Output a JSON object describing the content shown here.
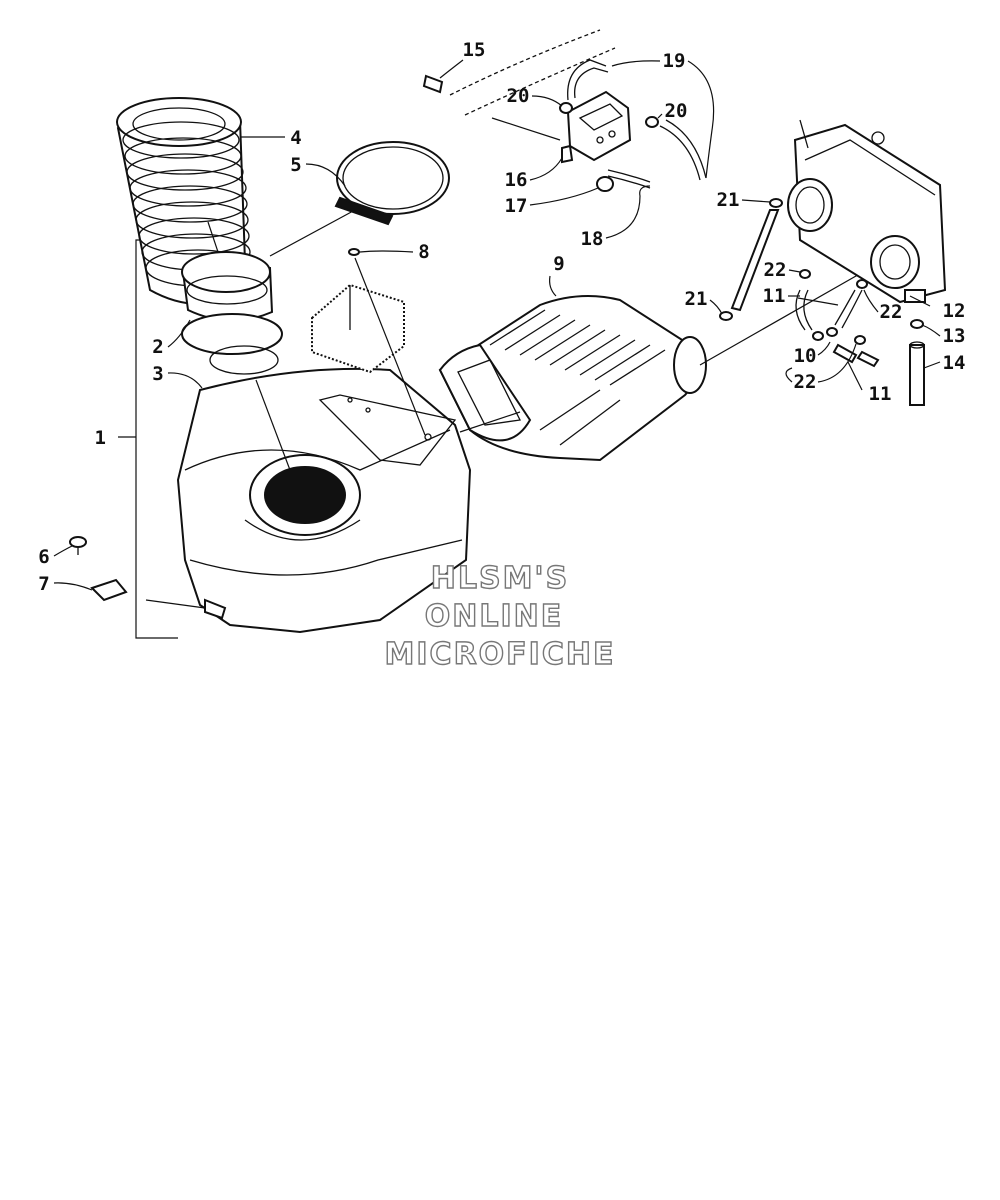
{
  "callouts": [
    {
      "id": "c1",
      "label": "1"
    },
    {
      "id": "c2",
      "label": "2"
    },
    {
      "id": "c3",
      "label": "3"
    },
    {
      "id": "c4",
      "label": "4"
    },
    {
      "id": "c5",
      "label": "5"
    },
    {
      "id": "c6",
      "label": "6"
    },
    {
      "id": "c7",
      "label": "7"
    },
    {
      "id": "c8",
      "label": "8"
    },
    {
      "id": "c9",
      "label": "9"
    },
    {
      "id": "c10",
      "label": "10"
    },
    {
      "id": "c11a",
      "label": "11"
    },
    {
      "id": "c11b",
      "label": "11"
    },
    {
      "id": "c12",
      "label": "12"
    },
    {
      "id": "c13",
      "label": "13"
    },
    {
      "id": "c14",
      "label": "14"
    },
    {
      "id": "c15",
      "label": "15"
    },
    {
      "id": "c16",
      "label": "16"
    },
    {
      "id": "c17",
      "label": "17"
    },
    {
      "id": "c18",
      "label": "18"
    },
    {
      "id": "c19",
      "label": "19"
    },
    {
      "id": "c20a",
      "label": "20"
    },
    {
      "id": "c20b",
      "label": "20"
    },
    {
      "id": "c21a",
      "label": "21"
    },
    {
      "id": "c21b",
      "label": "21"
    },
    {
      "id": "c22a",
      "label": "22"
    },
    {
      "id": "c22b",
      "label": "22"
    },
    {
      "id": "c22c",
      "label": "22"
    }
  ],
  "watermark": {
    "line1": "HLSM'S",
    "line2": "ONLINE",
    "line3": "MICROFICHE"
  }
}
